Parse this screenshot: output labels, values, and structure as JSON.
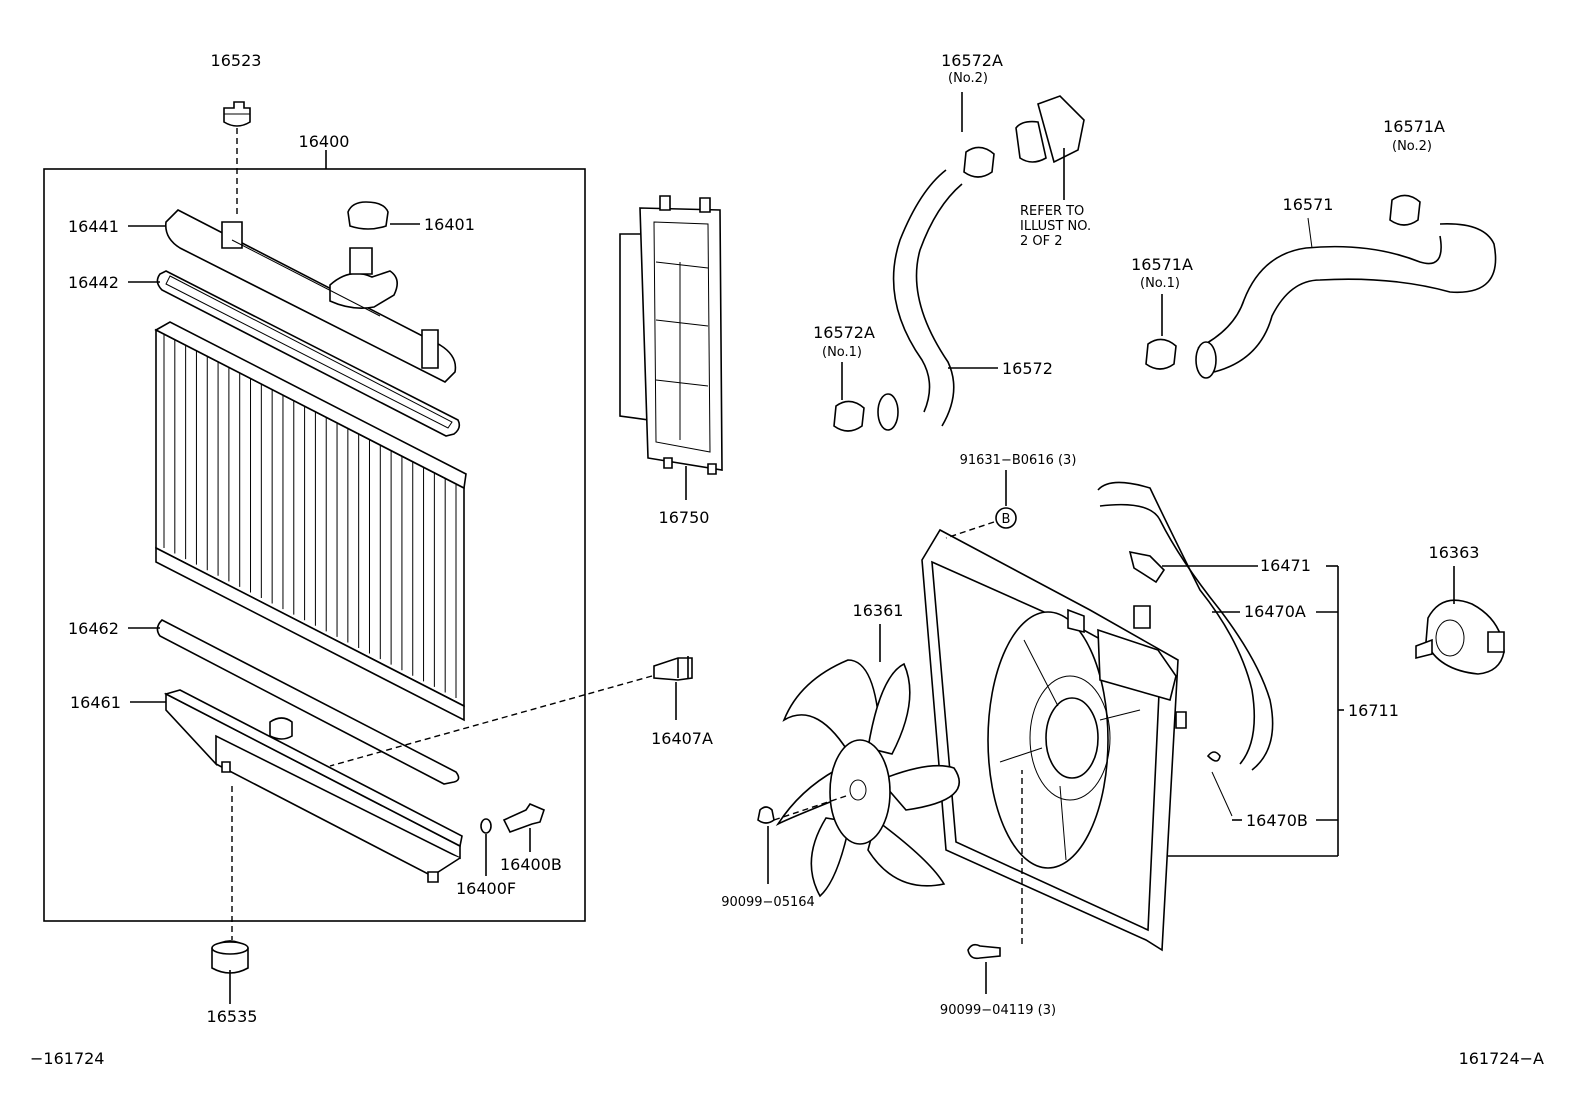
{
  "parts": {
    "p16523": "16523",
    "p16400": "16400",
    "p16441": "16441",
    "p16401": "16401",
    "p16442": "16442",
    "p16462": "16462",
    "p16461": "16461",
    "p16400F": "16400F",
    "p16400B": "16400B",
    "p16535": "16535",
    "p16750": "16750",
    "p16407A": "16407A",
    "p16572A_top": "16572A",
    "p16572A_top_sub": "(No.2)",
    "p16572A_bot": "16572A",
    "p16572A_bot_sub": "(No.1)",
    "p16572": "16572",
    "refer_line1": "REFER  TO",
    "refer_line2": "ILLUST  NO.",
    "refer_line3": "2 OF 2",
    "p16571A_top": "16571A",
    "p16571A_top_sub": "(No.2)",
    "p16571": "16571",
    "p16571A_bot": "16571A",
    "p16571A_bot_sub": "(No.1)",
    "p91631": "91631−B0616 (3)",
    "marker_b": "B",
    "p16471": "16471",
    "p16470A": "16470A",
    "p16711": "16711",
    "p16470B": "16470B",
    "p16363": "16363",
    "p16361": "16361",
    "p90099_05164": "90099−05164",
    "p90099_04119": "90099−04119 (3)"
  },
  "footer": {
    "left_code": "−161724",
    "right_code": "161724−A"
  }
}
